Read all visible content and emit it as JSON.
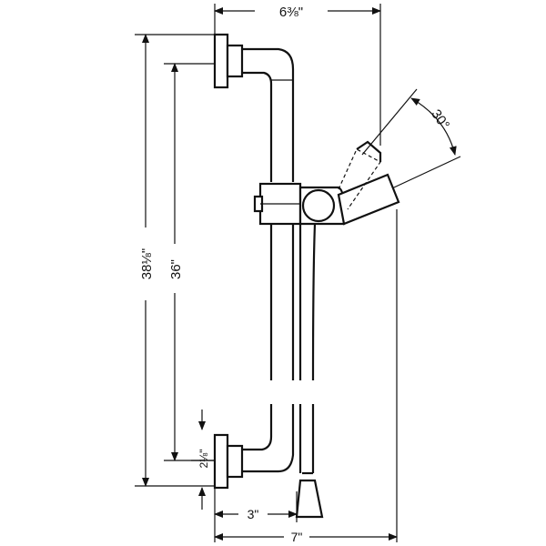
{
  "dimensions": {
    "top_width": "6⅜\"",
    "overall_height": "38⅛\"",
    "rail_height": "36\"",
    "bottom_offset": "2⅛\"",
    "angle": "30°",
    "bottom_width_small": "3\"",
    "bottom_width_overall": "7\""
  },
  "colors": {
    "line": "#111111",
    "background": "#ffffff"
  }
}
